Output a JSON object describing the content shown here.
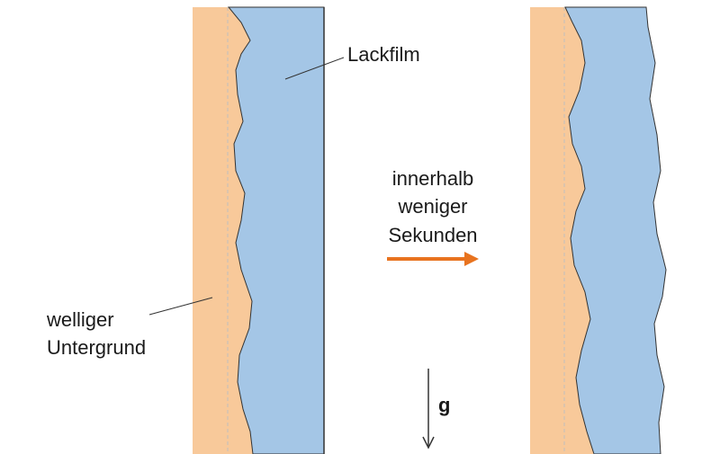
{
  "labels": {
    "film": "Lackfilm",
    "substrate_line1": "welliger",
    "substrate_line2": "Untergrund",
    "time_line1": "innerhalb",
    "time_line2": "weniger",
    "time_line3": "Sekunden",
    "gravity": "g"
  },
  "colors": {
    "substrate": "#f8c99a",
    "film": "#a4c6e6",
    "arrow": "#e8731f",
    "outline": "#333333"
  }
}
